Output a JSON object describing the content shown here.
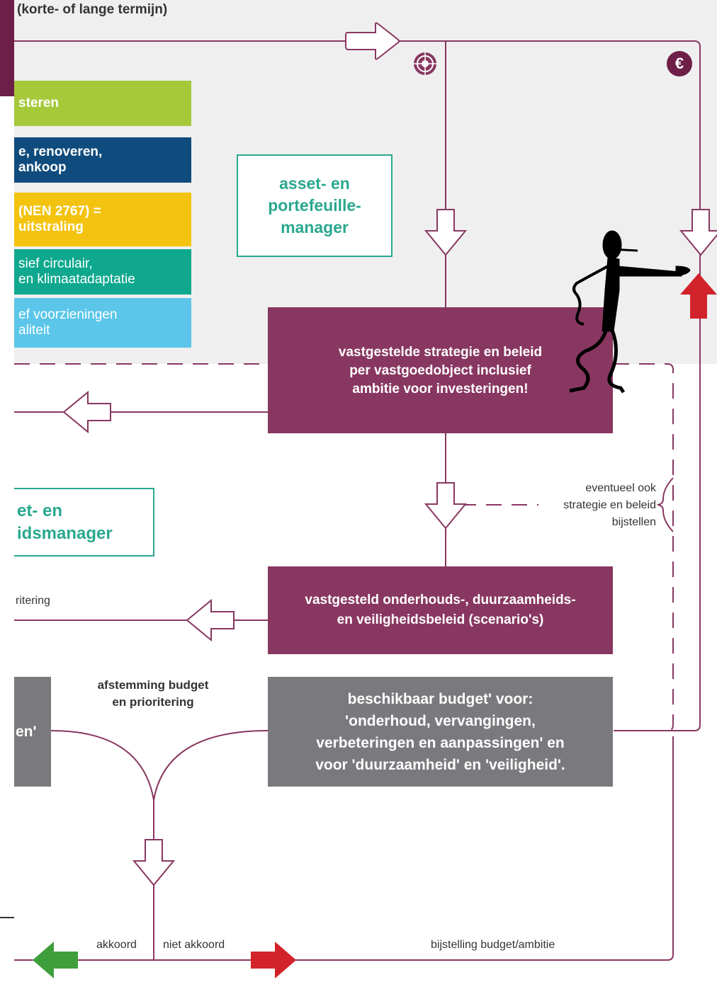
{
  "header": {
    "title": "(korte- of lange termijn)"
  },
  "side_bars": [
    {
      "text": "steren",
      "color": "#a6c93a"
    },
    {
      "text": "e, renoveren,\nankoop",
      "color": "#0f4b7d"
    },
    {
      "text": "(NEN 2767) =\nuitstraling",
      "color": "#f3c30f"
    },
    {
      "text": "sief circulair,\nen klimaatadaptatie",
      "color": "#0fa88e"
    },
    {
      "text": "ef voorzieningen\naliteit",
      "color": "#5bc6e9"
    }
  ],
  "boxes": {
    "asset_portfolio_manager": "asset- en\nportefeuille-\nmanager",
    "strategy": "vastgestelde strategie en beleid\nper vastgoedobject inclusief\nambitie voor investeringen!",
    "asset_manager_partial": "et- en\nidsmanager",
    "policy": "vastgesteld onderhouds-, duurzaamheids-\nen veiligheidsbeleid (scenario's)",
    "budget": "beschikbaar budget' voor:\n'onderhoud, vervangingen,\nverbeteringen en aanpassingen' en\nvoor 'duurzaamheid' en 'veiligheid'.",
    "left_grey_partial": "en'"
  },
  "labels": {
    "prioritering_partial": "ritering",
    "afstemming": "afstemming budget\nen prioritering",
    "eventueel": "eventueel ook\nstrategie en beleid\nbijstellen",
    "akkoord": "akkoord",
    "niet_akkoord": "niet akkoord",
    "bijstelling": "bijstelling budget/ambitie"
  },
  "icons": {
    "target": "target-icon",
    "euro": "€"
  },
  "colors": {
    "purple": "#883761",
    "grey": "#7a7a7e",
    "teal": "#2aa88f",
    "line": "#883761",
    "arrow_green": "#3f9e3c",
    "arrow_red": "#d2232a"
  }
}
